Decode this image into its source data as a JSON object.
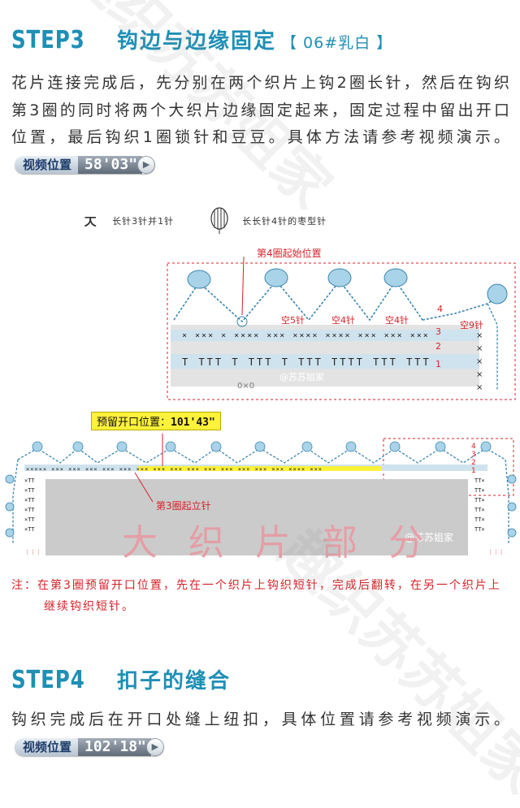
{
  "step3": {
    "label": "STEP3",
    "heading": "钩边与边缘固定",
    "tag": "【 06#乳白 】",
    "para_text": "花片连接完成后，先分别在两个织片上钩2圈长针，然后在钩织第3圈的同时将两个大织片边缘固定起来，固定过程中留出开口位置，最后钩织1圈锁针和豆豆。具体方法请参考视频演示。",
    "video_label": "视频位置",
    "video_time": "58'03\""
  },
  "legend": {
    "item1_text": "长针3针并1针",
    "item2_text": "长长针4针的枣型针"
  },
  "diagram": {
    "start_round4": "第4圈起始位置",
    "skip5": "空5针",
    "skip4a": "空4针",
    "skip4b": "空4针",
    "skip9": "空9针",
    "n4": "4",
    "n3": "3",
    "n2": "2",
    "n1": "1",
    "n4b": "4",
    "n3b": "3",
    "n2b": "2",
    "n1b": "1",
    "wm_upper": "@苏苏姐家",
    "wm_lower": "@苏苏姐家",
    "reserve_label": "预留开口位置：",
    "reserve_time": "101'43\"",
    "round3_start": "第3圈起立针",
    "panel_label": "大织片部分",
    "small_mark": "0×0"
  },
  "note": {
    "text": "注：在第3圈预留开口位置，先在一个织片上钩织短针，完成后翻转，在另一个织片上继续钩织短针。"
  },
  "step4": {
    "label": "STEP4",
    "heading": "扣子的缝合",
    "para_text": "钩织完成后在开口处缝上纽扣，具体位置请参考视频演示。",
    "video_label": "视频位置",
    "video_time": "102'18\""
  },
  "watermark": {
    "text": "趣织苏苏姐家"
  },
  "colors": {
    "title_blue": "#1f8fb5",
    "red": "#d6232a",
    "yellow": "#fff23a",
    "gray_panel": "#c8c8c8",
    "pink_label": "#e79aa3"
  }
}
